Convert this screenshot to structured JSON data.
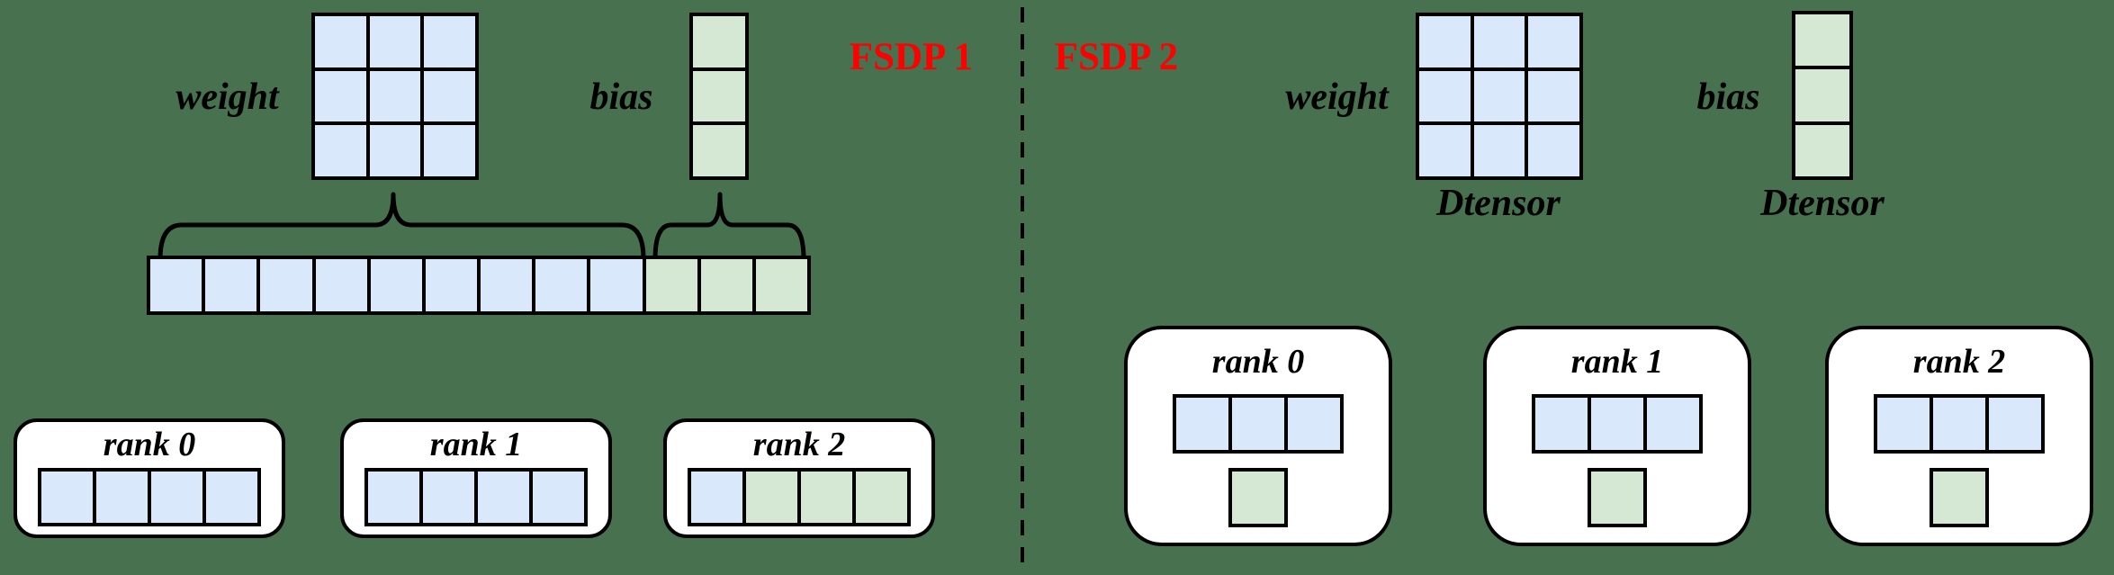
{
  "colors": {
    "background": "#47714f",
    "weight_cell": "#dae8fc",
    "bias_cell": "#d5e8d4",
    "stroke": "#000000",
    "rank_box_fill": "#ffffff",
    "section_label": "#ff0000"
  },
  "panels": [
    {
      "label": "FSDP 1",
      "weight": {
        "label": "weight",
        "rows": 3,
        "cols": 3,
        "cells": [
          "w",
          "w",
          "w",
          "w",
          "w",
          "w",
          "w",
          "w",
          "w"
        ]
      },
      "bias": {
        "label": "bias",
        "rows": 3,
        "cols": 1,
        "cells": [
          "b",
          "b",
          "b"
        ]
      },
      "flat": {
        "rows": 1,
        "cols": 12,
        "cells": [
          "w",
          "w",
          "w",
          "w",
          "w",
          "w",
          "w",
          "w",
          "w",
          "b",
          "b",
          "b"
        ]
      },
      "ranks": [
        {
          "label": "rank 0",
          "shard": {
            "rows": 1,
            "cols": 4,
            "cells": [
              "w",
              "w",
              "w",
              "w"
            ]
          }
        },
        {
          "label": "rank 1",
          "shard": {
            "rows": 1,
            "cols": 4,
            "cells": [
              "w",
              "w",
              "w",
              "w"
            ]
          }
        },
        {
          "label": "rank 2",
          "shard": {
            "rows": 1,
            "cols": 4,
            "cells": [
              "w",
              "b",
              "b",
              "b"
            ]
          }
        }
      ]
    },
    {
      "label": "FSDP 2",
      "weight": {
        "label": "weight",
        "sublabel": "Dtensor",
        "rows": 3,
        "cols": 3,
        "cells": [
          "w",
          "w",
          "w",
          "w",
          "w",
          "w",
          "w",
          "w",
          "w"
        ]
      },
      "bias": {
        "label": "bias",
        "sublabel": "Dtensor",
        "rows": 3,
        "cols": 1,
        "cells": [
          "b",
          "b",
          "b"
        ]
      },
      "ranks": [
        {
          "label": "rank 0",
          "weight_shard": {
            "rows": 1,
            "cols": 3,
            "cells": [
              "w",
              "w",
              "w"
            ]
          },
          "bias_shard": {
            "rows": 1,
            "cols": 1,
            "cells": [
              "b"
            ]
          }
        },
        {
          "label": "rank 1",
          "weight_shard": {
            "rows": 1,
            "cols": 3,
            "cells": [
              "w",
              "w",
              "w"
            ]
          },
          "bias_shard": {
            "rows": 1,
            "cols": 1,
            "cells": [
              "b"
            ]
          }
        },
        {
          "label": "rank 2",
          "weight_shard": {
            "rows": 1,
            "cols": 3,
            "cells": [
              "w",
              "w",
              "w"
            ]
          },
          "bias_shard": {
            "rows": 1,
            "cols": 1,
            "cells": [
              "b"
            ]
          }
        }
      ]
    }
  ]
}
